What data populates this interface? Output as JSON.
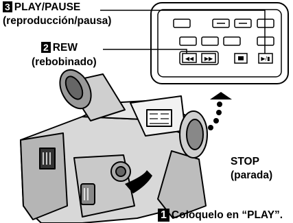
{
  "steps": [
    {
      "number": "3",
      "label": "PLAY/PAUSE",
      "sublabel": "(reproducción/pausa)"
    },
    {
      "number": "2",
      "label": "REW",
      "sublabel": "(rebobinado)"
    },
    {
      "number": "1",
      "label": "Colóquelo en “PLAY”."
    }
  ],
  "stop": {
    "label": "STOP",
    "sublabel": "(parada)"
  }
}
